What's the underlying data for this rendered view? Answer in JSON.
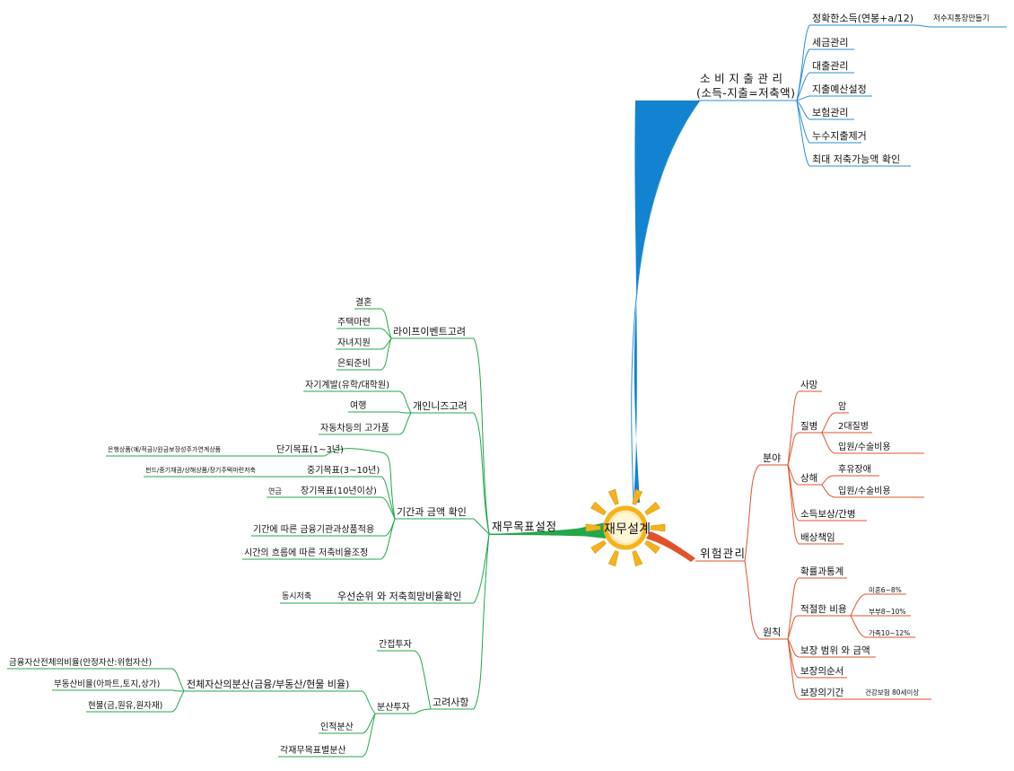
{
  "center": {
    "label": "재무설계"
  },
  "colors": {
    "blue": "#2a8fd6",
    "green": "#22a84a",
    "red": "#e0532a",
    "sun": "#f6b21b",
    "sun_inner": "#fde9a8"
  },
  "spending": {
    "title_line1": "소비지출관리",
    "title_line2": "(소득-지출=저축액)",
    "items": [
      {
        "label": "정확한소득(연봉+a/12)",
        "sub": "저수지통장만들기"
      },
      {
        "label": "세금관리"
      },
      {
        "label": "대출관리"
      },
      {
        "label": "지출예산설정"
      },
      {
        "label": "보험관리"
      },
      {
        "label": "누수지출제거"
      },
      {
        "label": "최대 저축가능액 확인"
      }
    ]
  },
  "goals": {
    "title": "재무목표설정",
    "life_events": {
      "label": "라이프이벤트고려",
      "items": [
        "결혼",
        "주택마련",
        "자녀지원",
        "은퇴준비"
      ]
    },
    "personal_needs": {
      "label": "개인니즈고려",
      "items": [
        "자기계발(유학/대학원)",
        "여행",
        "자동차등의 고가품"
      ]
    },
    "period": {
      "label": "기간과 금액 확인",
      "items": [
        {
          "label": "단기목표(1~3년)",
          "note": "은행상품(예/적금)/원금보장성주가연계상품"
        },
        {
          "label": "중기목표(3~10년)",
          "note": "펀드/중기채권/상해상품/장기주택마련저축"
        },
        {
          "label": "장기목표(10년이상)",
          "note": "연금"
        },
        {
          "label": "기간에 따른 금융기관과상품적용"
        },
        {
          "label": "시간의 흐름에 따른 저축비율조정"
        }
      ]
    },
    "priority": {
      "label": "우선순위 와 저축희망비율확인",
      "note": "동시저축"
    },
    "considerations": {
      "label": "고려사항",
      "indirect": "간접투자",
      "diversify": {
        "label": "분산투자",
        "asset": {
          "label": "전체자산의분산(금융/부동산/현물 비율)",
          "items": [
            "금융자산전체의비율(안정자산:위험자산)",
            "부동산비율(아파트,토지,상가)",
            "현물(금,원유,원자재)"
          ]
        },
        "human": "인적분산",
        "each": "각재무목표별분산"
      }
    }
  },
  "risk": {
    "title": "위험관리",
    "field": {
      "label": "분야",
      "death": "사망",
      "disease": {
        "label": "질병",
        "items": [
          "암",
          "2대질병",
          "입원/수술비용"
        ]
      },
      "injury": {
        "label": "상해",
        "items": [
          "후유장애",
          "입원/수술비용"
        ]
      },
      "income": "소득보상/간병",
      "liability": "배상책임"
    },
    "principle": {
      "label": "원칙",
      "stats": "확률과통계",
      "cost": {
        "label": "적절한 비용",
        "items": [
          "미혼6~8%",
          "부부8~10%",
          "가족10~12%"
        ]
      },
      "coverage": "보장 범위 와 금액",
      "order": "보장의순서",
      "period": {
        "label": "보장의기간",
        "note": "건강보험 80세이상"
      }
    }
  }
}
